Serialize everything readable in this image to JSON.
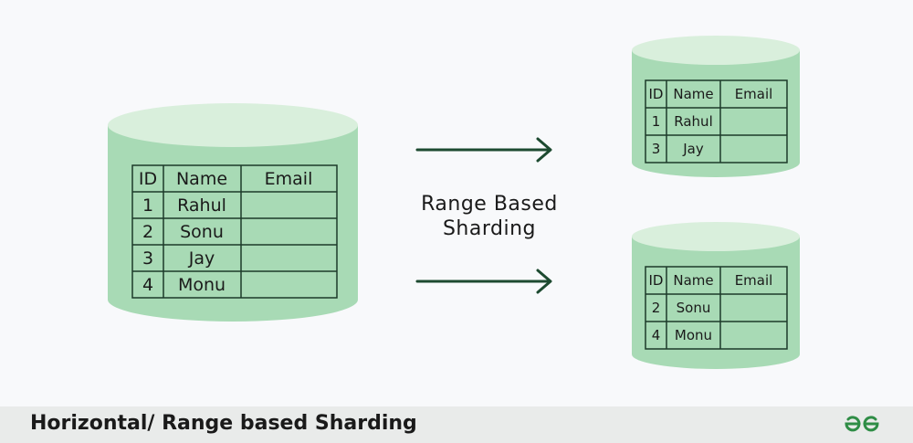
{
  "source_table": {
    "headers": [
      "ID",
      "Name",
      "Email"
    ],
    "rows": [
      [
        "1",
        "Rahul",
        ""
      ],
      [
        "2",
        "Sonu",
        ""
      ],
      [
        "3",
        "Jay",
        ""
      ],
      [
        "4",
        "Monu",
        ""
      ]
    ]
  },
  "shard_1": {
    "headers": [
      "ID",
      "Name",
      "Email"
    ],
    "rows": [
      [
        "1",
        "Rahul",
        ""
      ],
      [
        "3",
        "Jay",
        ""
      ]
    ]
  },
  "shard_2": {
    "headers": [
      "ID",
      "Name",
      "Email"
    ],
    "rows": [
      [
        "2",
        "Sonu",
        ""
      ],
      [
        "4",
        "Monu",
        ""
      ]
    ]
  },
  "middle_label": {
    "line1": "Range Based",
    "line2": "Sharding"
  },
  "footer": {
    "title": "Horizontal/ Range based Sharding"
  },
  "colors": {
    "cylinder_top": "#d9efdc",
    "cylinder_body": "#a8dab5",
    "arrow": "#1d4a30",
    "logo": "#2f8d46"
  },
  "icons": {
    "logo": "geeksforgeeks-logo-icon"
  }
}
